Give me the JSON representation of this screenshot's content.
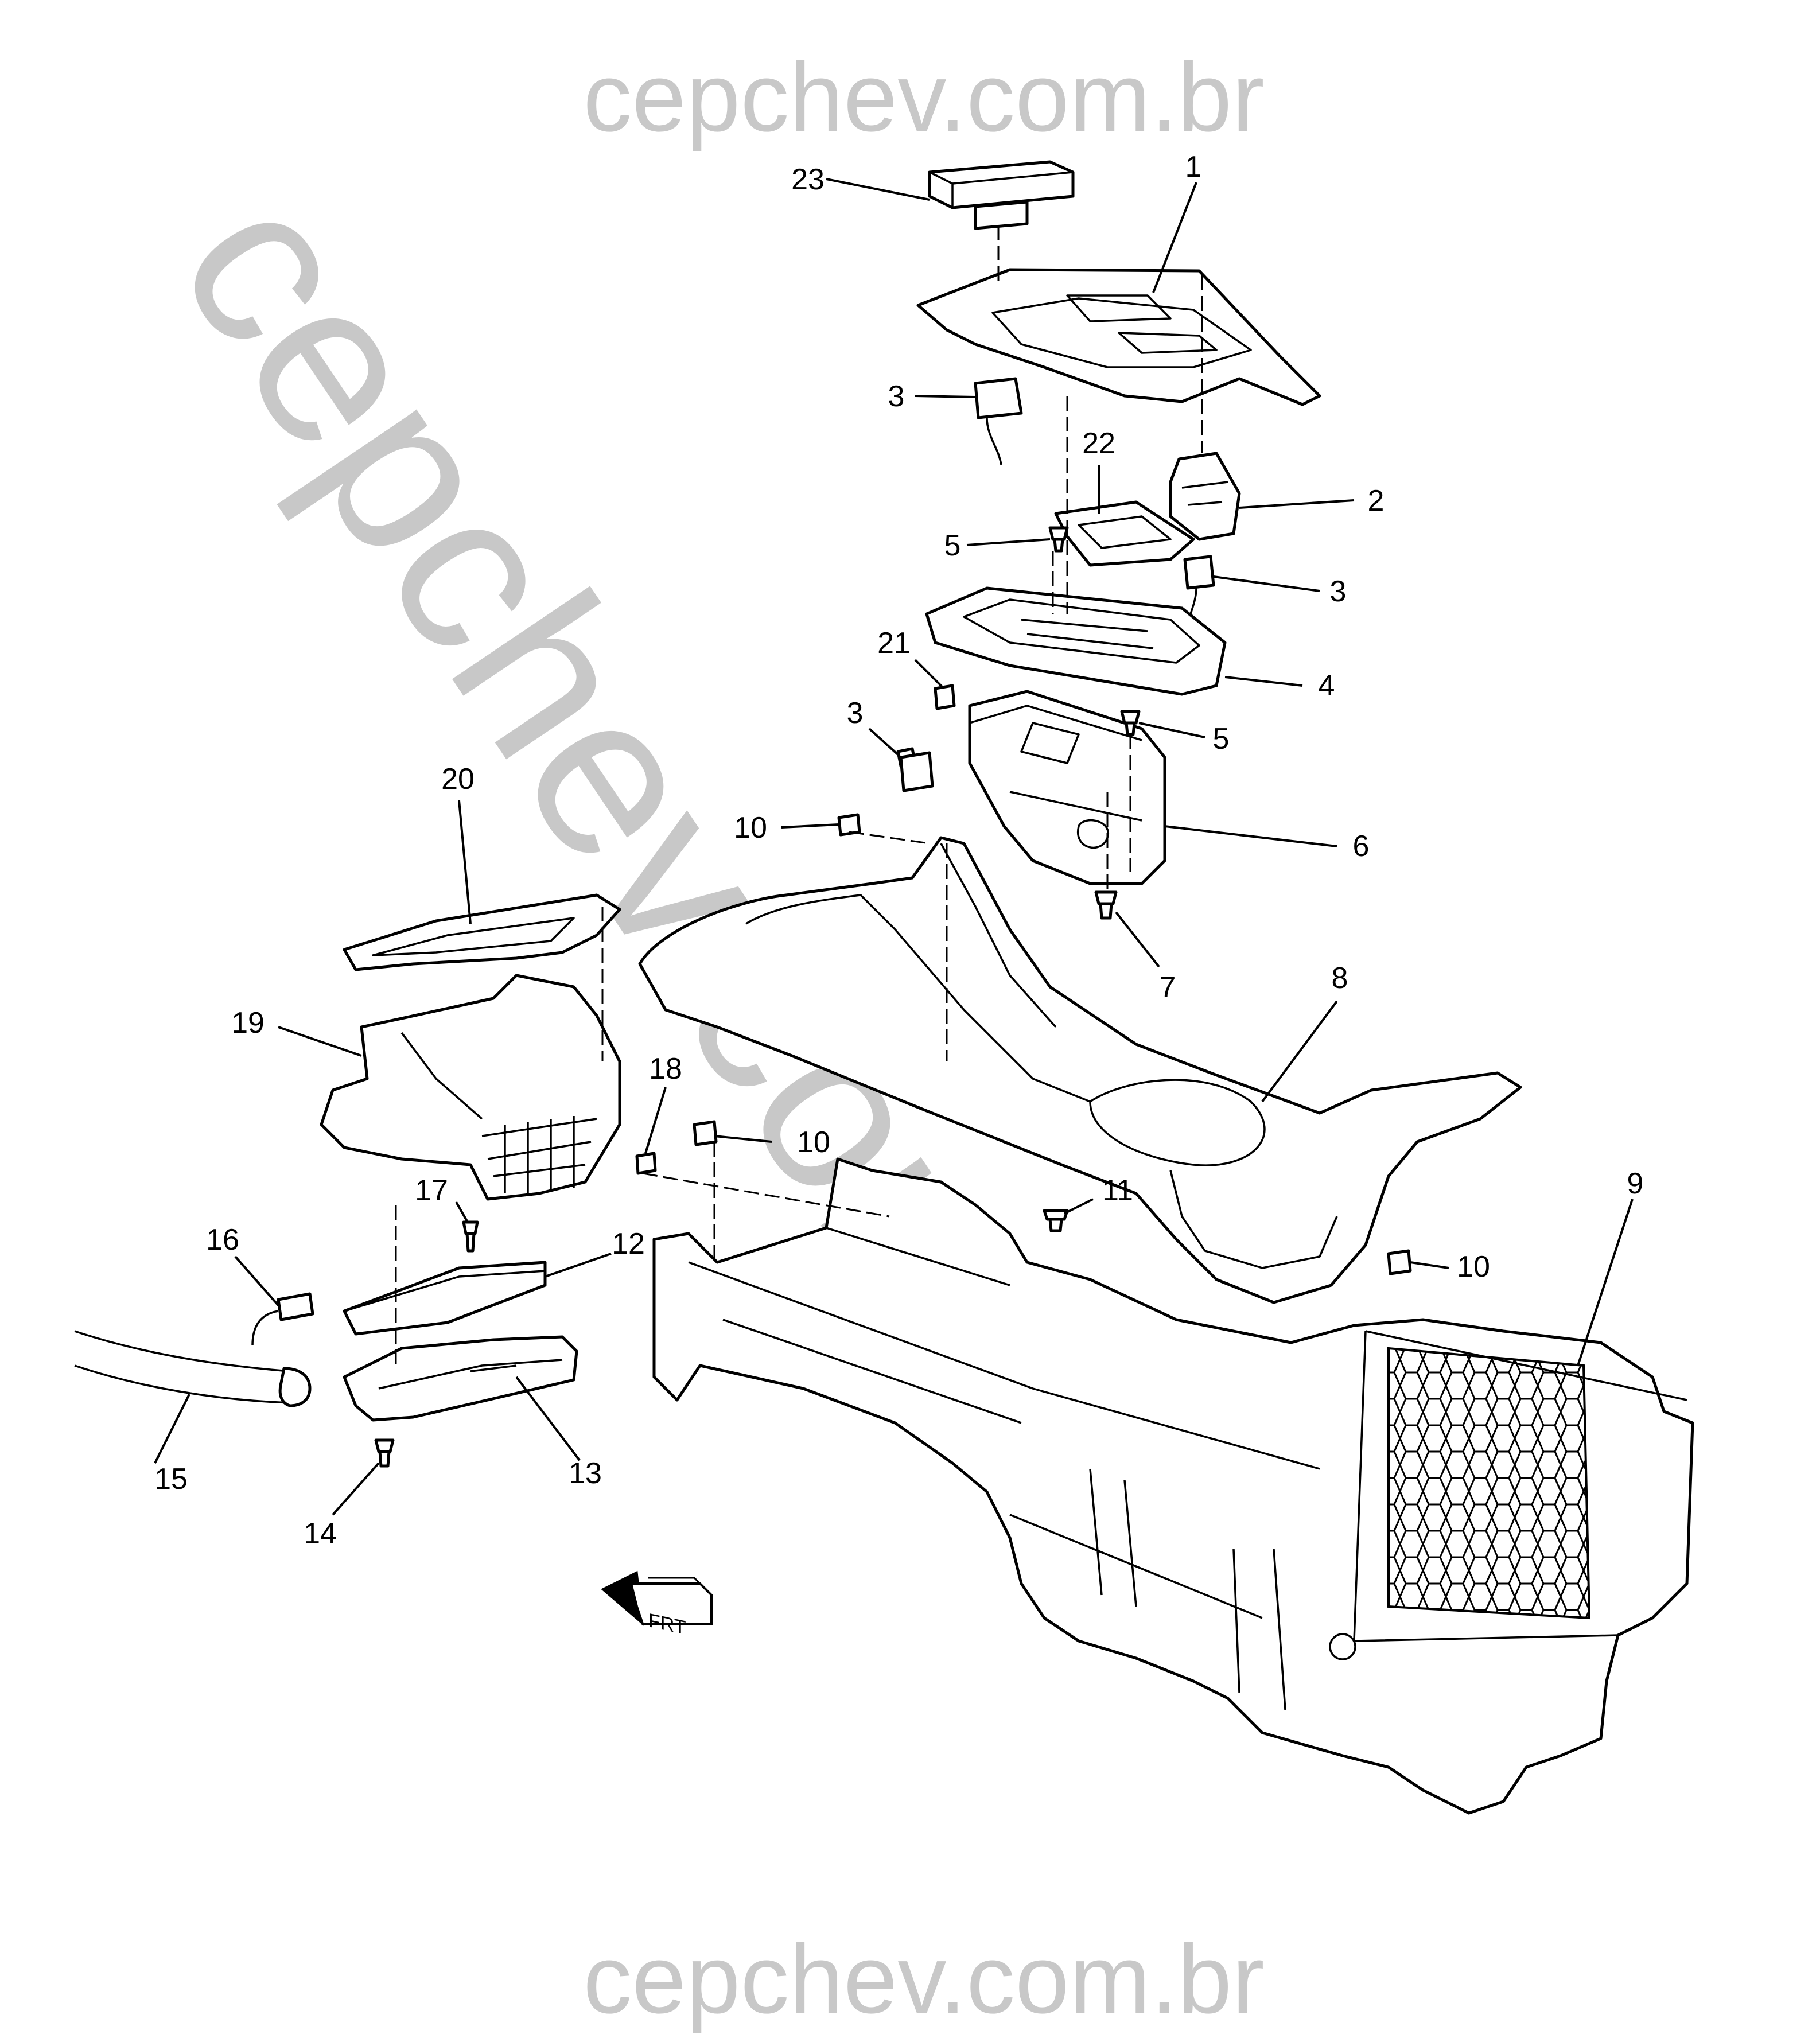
{
  "watermark": {
    "top": "cepchev.com.br",
    "bottom": "cepchev.com.br",
    "diagonal": "cepchev.com.br",
    "color": "#c8c8c8"
  },
  "orientation": {
    "label": "FRT"
  },
  "callouts": [
    "23",
    "1",
    "3",
    "22",
    "2",
    "5",
    "3",
    "21",
    "4",
    "3",
    "5",
    "10",
    "6",
    "20",
    "7",
    "8",
    "19",
    "18",
    "10",
    "11",
    "17",
    "16",
    "12",
    "10",
    "9",
    "15",
    "13",
    "14"
  ]
}
